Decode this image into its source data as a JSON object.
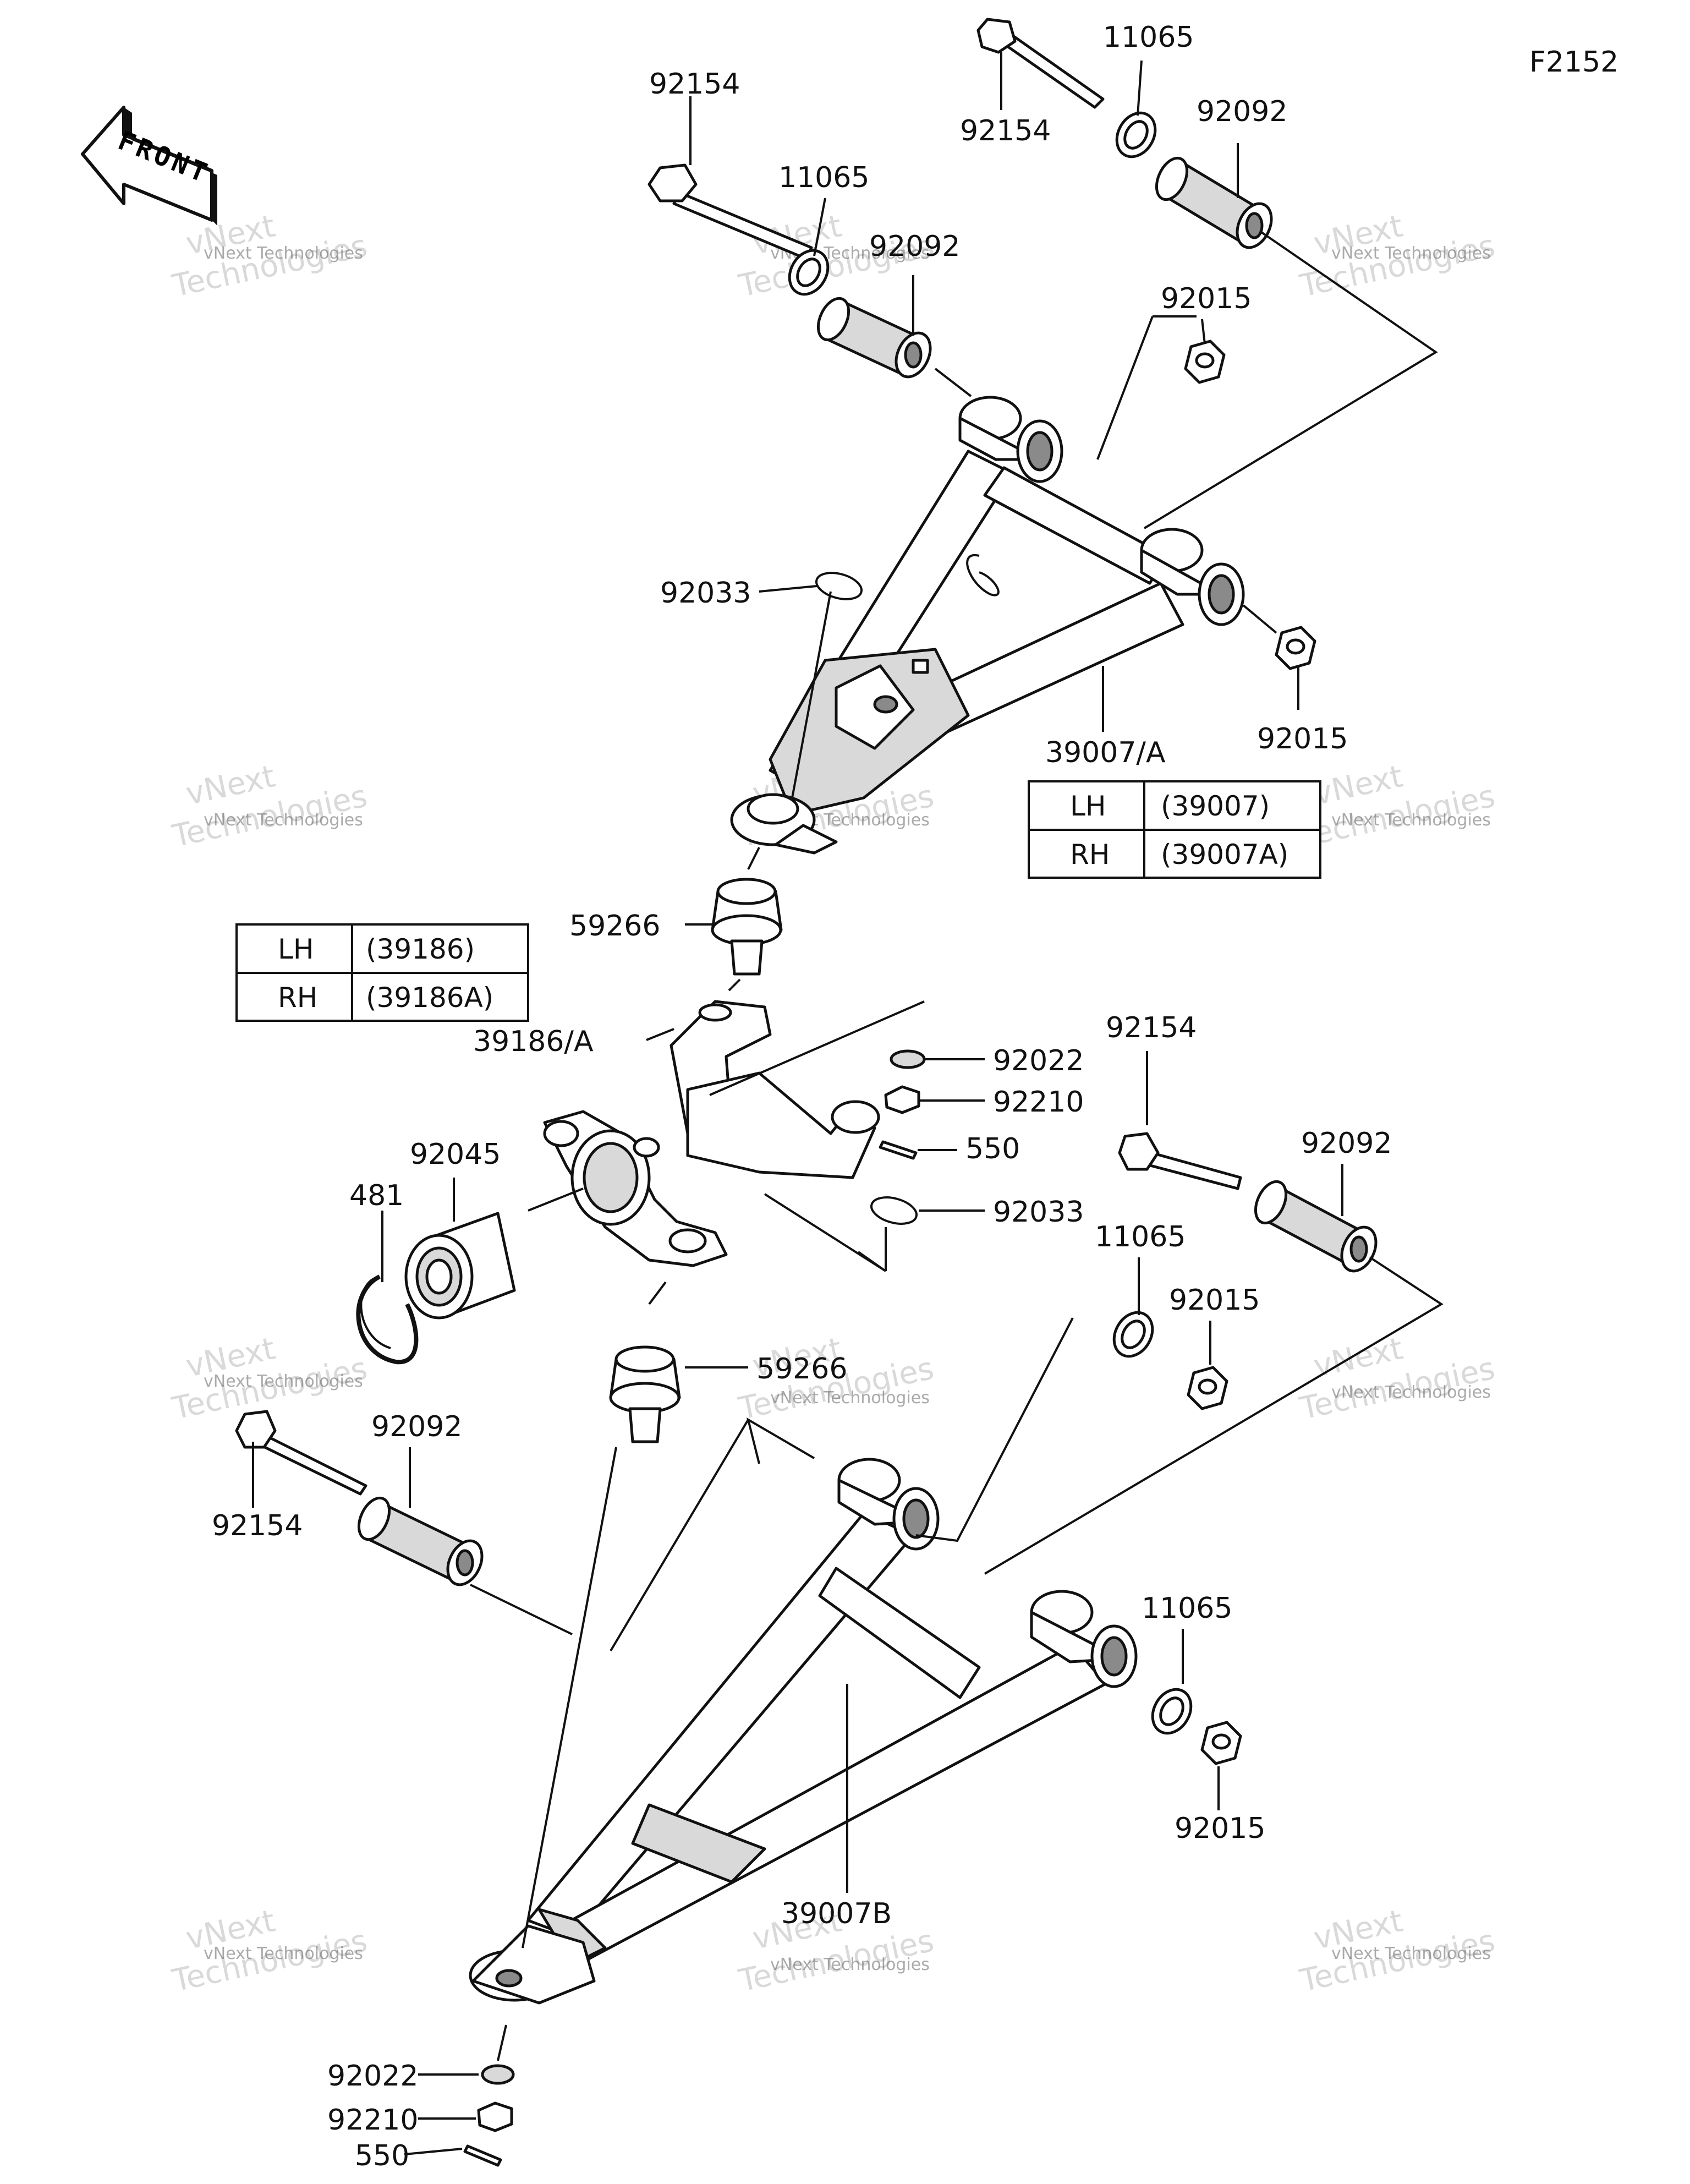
{
  "diagram": {
    "figure_code": "F2152",
    "front_indicator": "FRONT",
    "callouts": {
      "bolt_top_left": "92154",
      "washer_top_left": "11065",
      "bushing_top_left": "92092",
      "bolt_top_right": "92154",
      "washer_top_right": "11065",
      "bushing_top_right": "92092",
      "nut_upper_1": "92015",
      "nut_upper_2": "92015",
      "clip_upper": "92033",
      "upper_arm": "39007/A",
      "ball_joint_upper": "59266",
      "knuckle": "39186/A",
      "washer_knuckle": "92022",
      "nut_knuckle": "92210",
      "pin_knuckle": "550",
      "clip_knuckle": "92033",
      "bearing": "92045",
      "circlip": "481",
      "bolt_mid_right": "92154",
      "bushing_mid_right": "92092",
      "washer_mid_right": "11065",
      "nut_mid_right": "92015",
      "ball_joint_lower": "59266",
      "bolt_lower_left": "92154",
      "bushing_lower_left": "92092",
      "washer_lower_right": "11065",
      "nut_lower_right": "92015",
      "lower_arm": "39007B",
      "washer_bottom": "92022",
      "nut_bottom": "92210",
      "pin_bottom": "550"
    },
    "upper_arm_table": {
      "rows": [
        {
          "side": "LH",
          "part": "(39007)"
        },
        {
          "side": "RH",
          "part": "(39007A)"
        }
      ]
    },
    "knuckle_table": {
      "rows": [
        {
          "side": "LH",
          "part": "(39186)"
        },
        {
          "side": "RH",
          "part": "(39186A)"
        }
      ]
    },
    "watermark": {
      "small": "vNext Technologies",
      "big": "Technologies",
      "brand": "vNext"
    }
  }
}
